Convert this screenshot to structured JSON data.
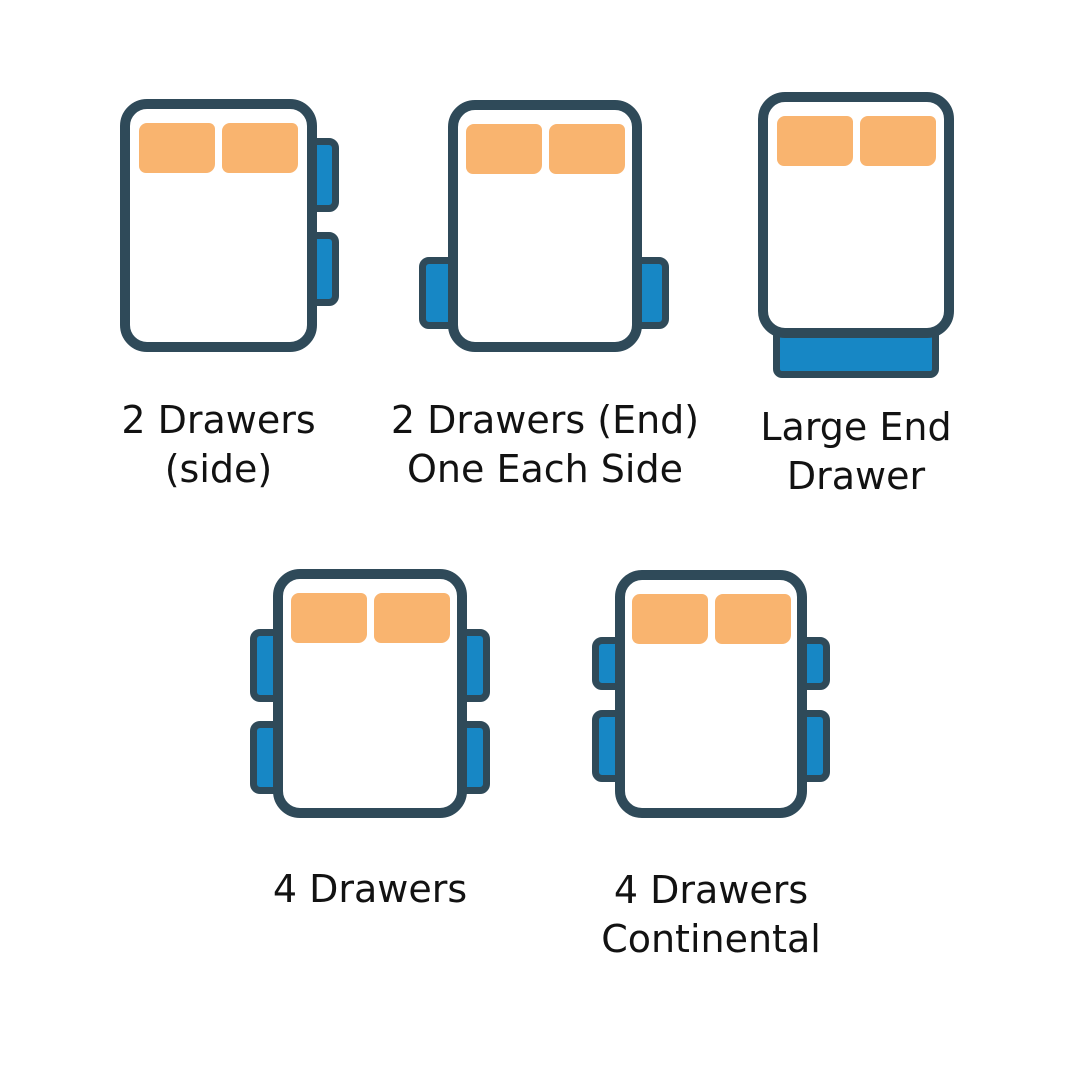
{
  "theme": {
    "outline": "#2f4a59",
    "drawer": "#1787c5",
    "pillow": "#f9b46f",
    "text": "#121212",
    "bg": "#ffffff"
  },
  "figures": [
    {
      "id": "2-drawers-side",
      "caption": [
        "2 Drawers",
        "(side)"
      ],
      "drawer_layout": "two drawers on right side"
    },
    {
      "id": "2-drawers-end-one-each-side",
      "caption": [
        "2 Drawers (End)",
        "One Each Side"
      ],
      "drawer_layout": "one drawer each side near foot end"
    },
    {
      "id": "large-end-drawer",
      "caption": [
        "Large End",
        "Drawer"
      ],
      "drawer_layout": "one large drawer at foot end"
    },
    {
      "id": "4-drawers",
      "caption": [
        "4 Drawers",
        ""
      ],
      "drawer_layout": "two drawers each side"
    },
    {
      "id": "4-drawers-continental",
      "caption": [
        "4 Drawers",
        "Continental"
      ],
      "drawer_layout": "two drawers each side, shorter upper drawers"
    }
  ]
}
